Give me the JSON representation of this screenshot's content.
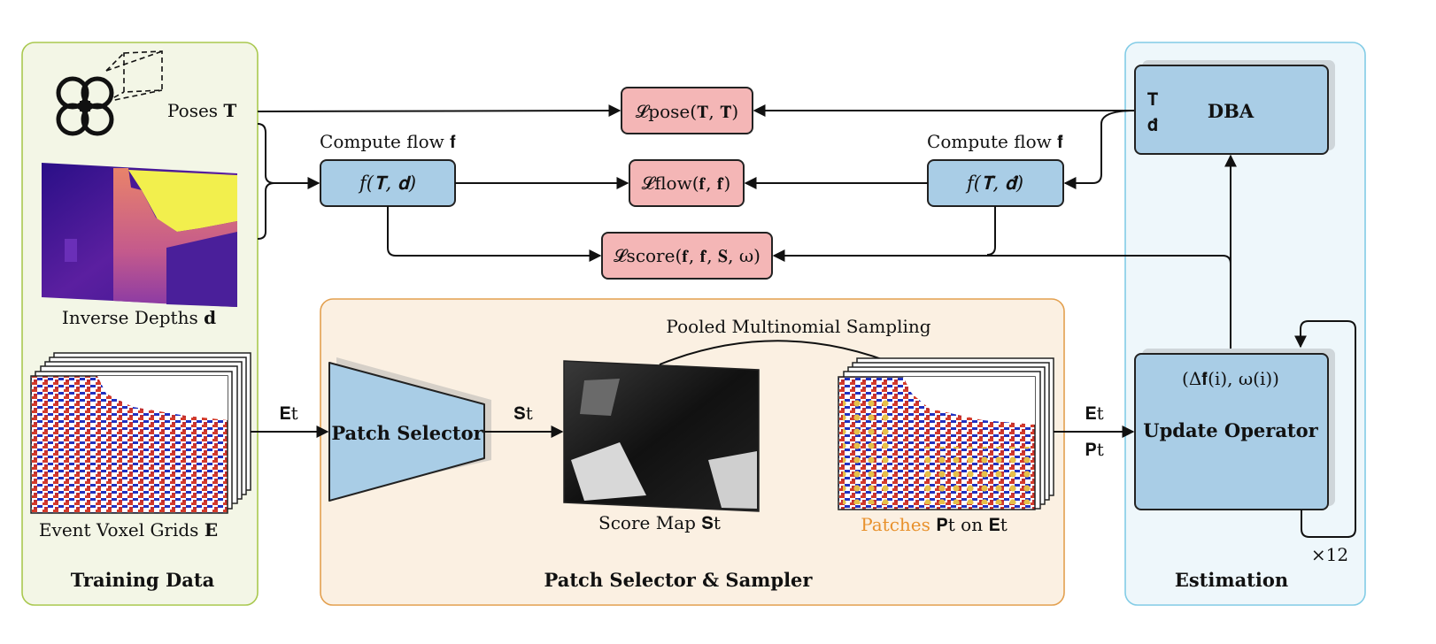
{
  "panels": {
    "training": {
      "title": "Training Data",
      "color": "#a9c84f",
      "fill": "#f3f6e6"
    },
    "sampler": {
      "title": "Patch Selector & Sampler",
      "color": "#e3a04f",
      "fill": "#fbf0e2"
    },
    "estimation": {
      "title": "Estimation",
      "color": "#82cce6",
      "fill": "#eef7fb"
    }
  },
  "training": {
    "poses_label": "Poses ",
    "poses_sym": "T",
    "depths_label": "Inverse Depths ",
    "depths_sym": "d",
    "events_label": "Event Voxel Grids ",
    "events_sym": "E"
  },
  "losses": {
    "pose": "𝓛pose(𝐓, 𝐓̂)",
    "flow": "𝓛flow(𝐟, 𝐟̂)",
    "score": "𝓛score(𝐟, 𝐟̂, 𝐒, ω)"
  },
  "flow": {
    "gt_title": "Compute flow 𝐟",
    "gt_func": "f(𝐓, 𝐝)",
    "est_title": "Compute flow 𝐟̂",
    "est_func": "f(𝐓̂, 𝐝̂)"
  },
  "sampler": {
    "heading": "Pooled Multinomial Sampling",
    "patch_selector": "Patch Selector",
    "score_map_label": "Score Map 𝐒t",
    "patches_word": "Patches",
    "patches_rest": " 𝐏t on 𝐄t",
    "patches_color": "#e8912c"
  },
  "edges": {
    "et_in": "𝐄t",
    "st": "𝐒t",
    "et_out": "𝐄t",
    "pt_out": "𝐏t"
  },
  "estimation": {
    "dba": "DBA",
    "t_hat": "𝐓̂",
    "d_hat": "𝐝̂",
    "update_op": "Update Operator",
    "update_vars": "(Δ𝐟̂(i), ω(i))",
    "repeat": "×12"
  },
  "colors": {
    "loss_fill": "#f4b6b6",
    "block_fill": "#a9cde6"
  }
}
